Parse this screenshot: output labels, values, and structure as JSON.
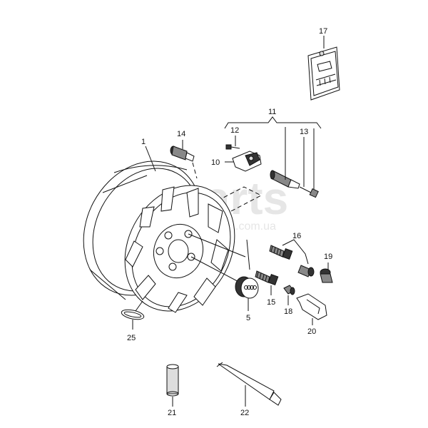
{
  "watermark": {
    "main": "Vparts",
    "sub": ".com.ua"
  },
  "labels": {
    "p1": "1",
    "p5": "5",
    "p10": "10",
    "p11": "11",
    "p12": "12",
    "p13": "13",
    "p14": "14",
    "p15": "15",
    "p16": "16",
    "p17": "17",
    "p18": "18",
    "p19": "19",
    "p20": "20",
    "p21": "21",
    "p22": "22",
    "p25": "25"
  }
}
